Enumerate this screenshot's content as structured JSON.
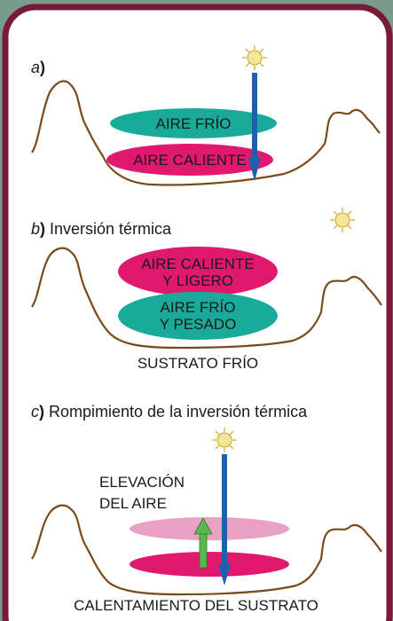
{
  "colors": {
    "background": "#7a9a8a",
    "frame_border": "#7a1a3a",
    "frame_fill": "#ffffff",
    "terrain": "#7a4a1a",
    "cold_air": "#1aaa9a",
    "hot_air": "#e0196e",
    "light_hot_air": "#e9a0c4",
    "sun_ray": "#1f5fb0",
    "rising_arrow": "#5ab84a",
    "sun": "#f3e69a"
  },
  "icons": [
    "sun-icon",
    "down-arrow-icon",
    "up-arrow-icon"
  ],
  "panel_a": {
    "letter": "a",
    "letter_suffix": ")",
    "cold_air_label": "AIRE FRÍO",
    "hot_air_label": "AIRE CALIENTE"
  },
  "panel_b": {
    "letter": "b",
    "letter_suffix": ")",
    "title": " Inversión térmica",
    "hot_air_line1": "AIRE CALIENTE",
    "hot_air_line2": "Y LIGERO",
    "cold_air_line1": "AIRE FRÍO",
    "cold_air_line2": "Y PESADO",
    "ground_label": "SUSTRATO FRÍO"
  },
  "panel_c": {
    "letter": "c",
    "letter_suffix": ")",
    "title": " Rompimiento de la inversión térmica",
    "rising_label_line1": "ELEVACIÓN",
    "rising_label_line2": "DEL AIRE",
    "ground_label": "CALENTAMIENTO DEL SUSTRATO"
  }
}
